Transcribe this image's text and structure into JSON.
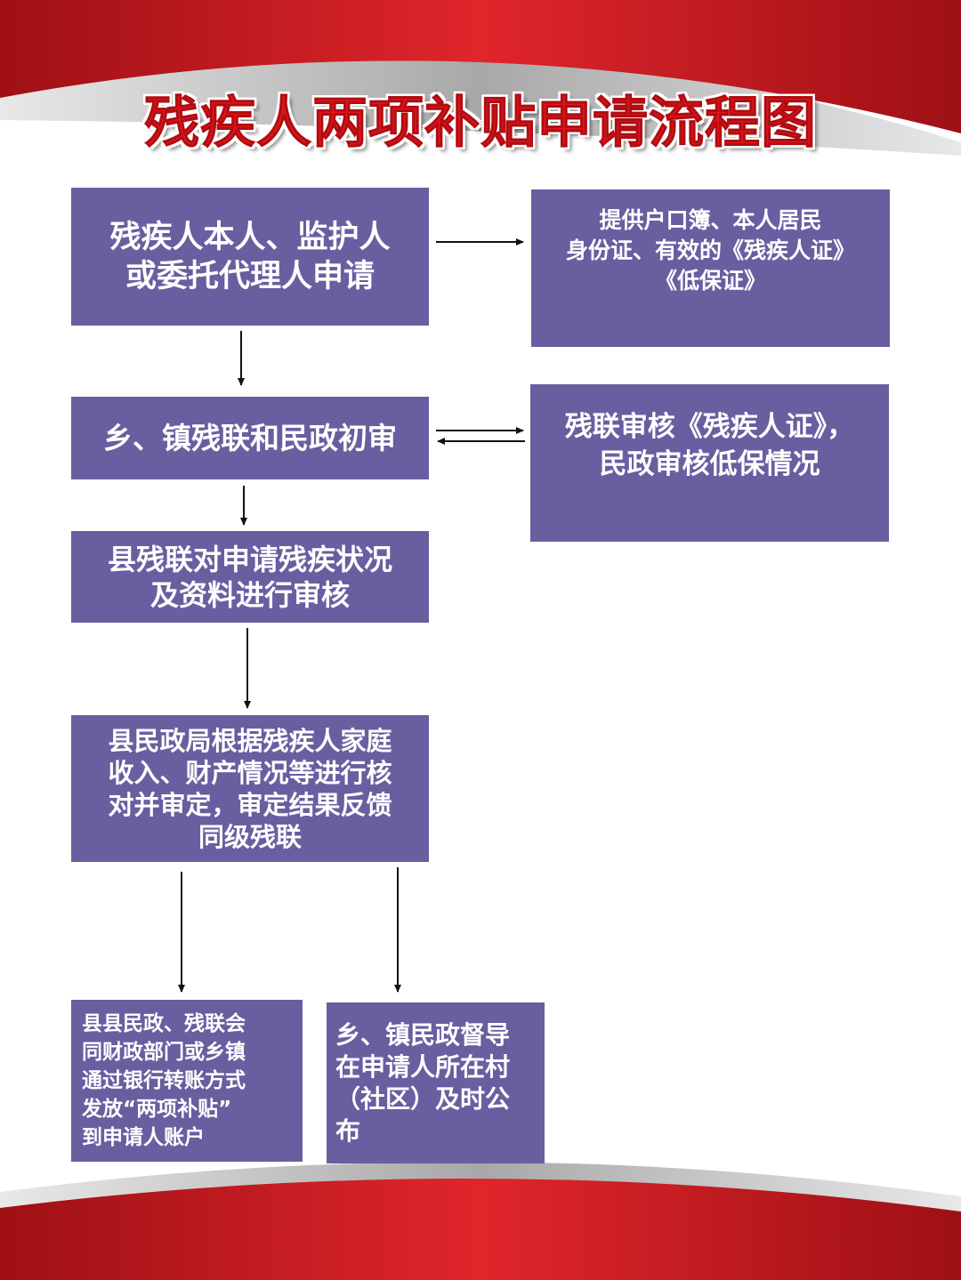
{
  "title": "残疾人两项补贴申请流程图",
  "colors": {
    "box_fill": "#6a5ea0",
    "box_text": "#ffffff",
    "title_text": "#e1141b",
    "banner_red": "#c8161d",
    "banner_gray": "#b8b8b8",
    "arrow": "#111111"
  },
  "steps": {
    "apply": [
      "残疾人本人、监护人",
      "或委托代理人申请"
    ],
    "documents": [
      "提供户口簿、本人居民",
      "身份证、有效的《残疾人证》",
      "《低保证》"
    ],
    "township_review": [
      "乡、镇残联和民政初审"
    ],
    "verification": [
      "残联审核《残疾人证》，",
      "民政审核低保情况"
    ],
    "county_federation_review": [
      "县残联对申请残疾状况",
      "及资料进行审核"
    ],
    "county_civil_affairs": [
      "县民政局根据残疾人家庭",
      "收入、财产情况等进行核",
      "对并审定，审定结果反馈",
      "同级残联"
    ],
    "payment": [
      "县县民政、残联会",
      "同财政部门或乡镇",
      "通过银行转账方式",
      "发放“两项补贴”",
      "到申请人账户"
    ],
    "publicity": [
      "乡、镇民政督导",
      "在申请人所在村",
      "（社区）及时公",
      "布"
    ]
  }
}
